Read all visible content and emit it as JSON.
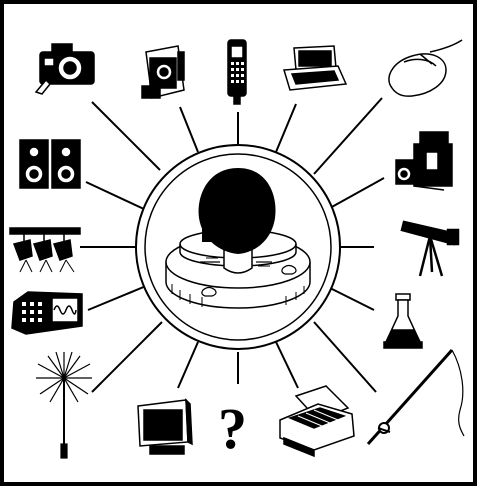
{
  "frame": {
    "stroke": "#000000",
    "background": "#ffffff"
  },
  "hub": {
    "label": "trackball",
    "ball_color": "#000000",
    "base_fill": "#ffffff"
  },
  "devices": [
    {
      "id": "camera",
      "icon": "camera-icon"
    },
    {
      "id": "slide-viewer",
      "icon": "slide-viewer-icon"
    },
    {
      "id": "handheld-phone",
      "icon": "cell-phone-icon"
    },
    {
      "id": "laptop",
      "icon": "laptop-icon"
    },
    {
      "id": "mouse",
      "icon": "mouse-icon"
    },
    {
      "id": "video-camera",
      "icon": "video-camera-icon"
    },
    {
      "id": "telescope",
      "icon": "telescope-icon"
    },
    {
      "id": "flask",
      "icon": "lab-flask-icon"
    },
    {
      "id": "fishing-rod",
      "icon": "fishing-rod-icon"
    },
    {
      "id": "printer",
      "icon": "printer-icon"
    },
    {
      "id": "unknown-device",
      "icon": "question-mark-icon",
      "glyph": "?"
    },
    {
      "id": "monitor",
      "icon": "monitor-icon"
    },
    {
      "id": "dandelion",
      "icon": "dandelion-icon"
    },
    {
      "id": "oscilloscope",
      "icon": "oscilloscope-icon"
    },
    {
      "id": "stage-lights",
      "icon": "stage-lights-icon"
    },
    {
      "id": "speakers",
      "icon": "speakers-icon"
    }
  ]
}
